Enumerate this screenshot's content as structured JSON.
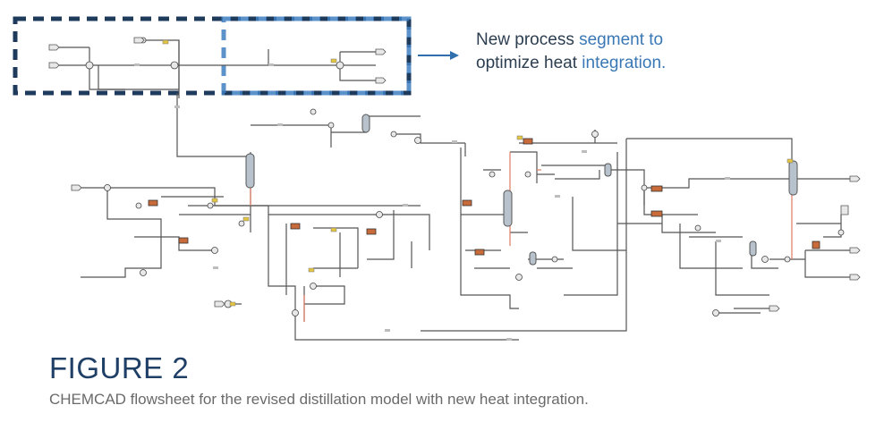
{
  "callout": {
    "line1_prefix": "New process ",
    "line1_highlight": "segment to",
    "line2_prefix": "optimize heat ",
    "line2_highlight": "integration."
  },
  "figure": {
    "title": "FIGURE 2",
    "caption": "CHEMCAD flowsheet for the revised distillation model with new heat integration."
  },
  "colors": {
    "box_dark": "#1f3b5c",
    "box_light": "#3f7fc1",
    "arrow": "#2f6fad",
    "title": "#1f3f66",
    "stream": "#555555",
    "column": "#b7c2cc",
    "heater": "#c96a3a",
    "hot_stream": "#e07a60"
  }
}
